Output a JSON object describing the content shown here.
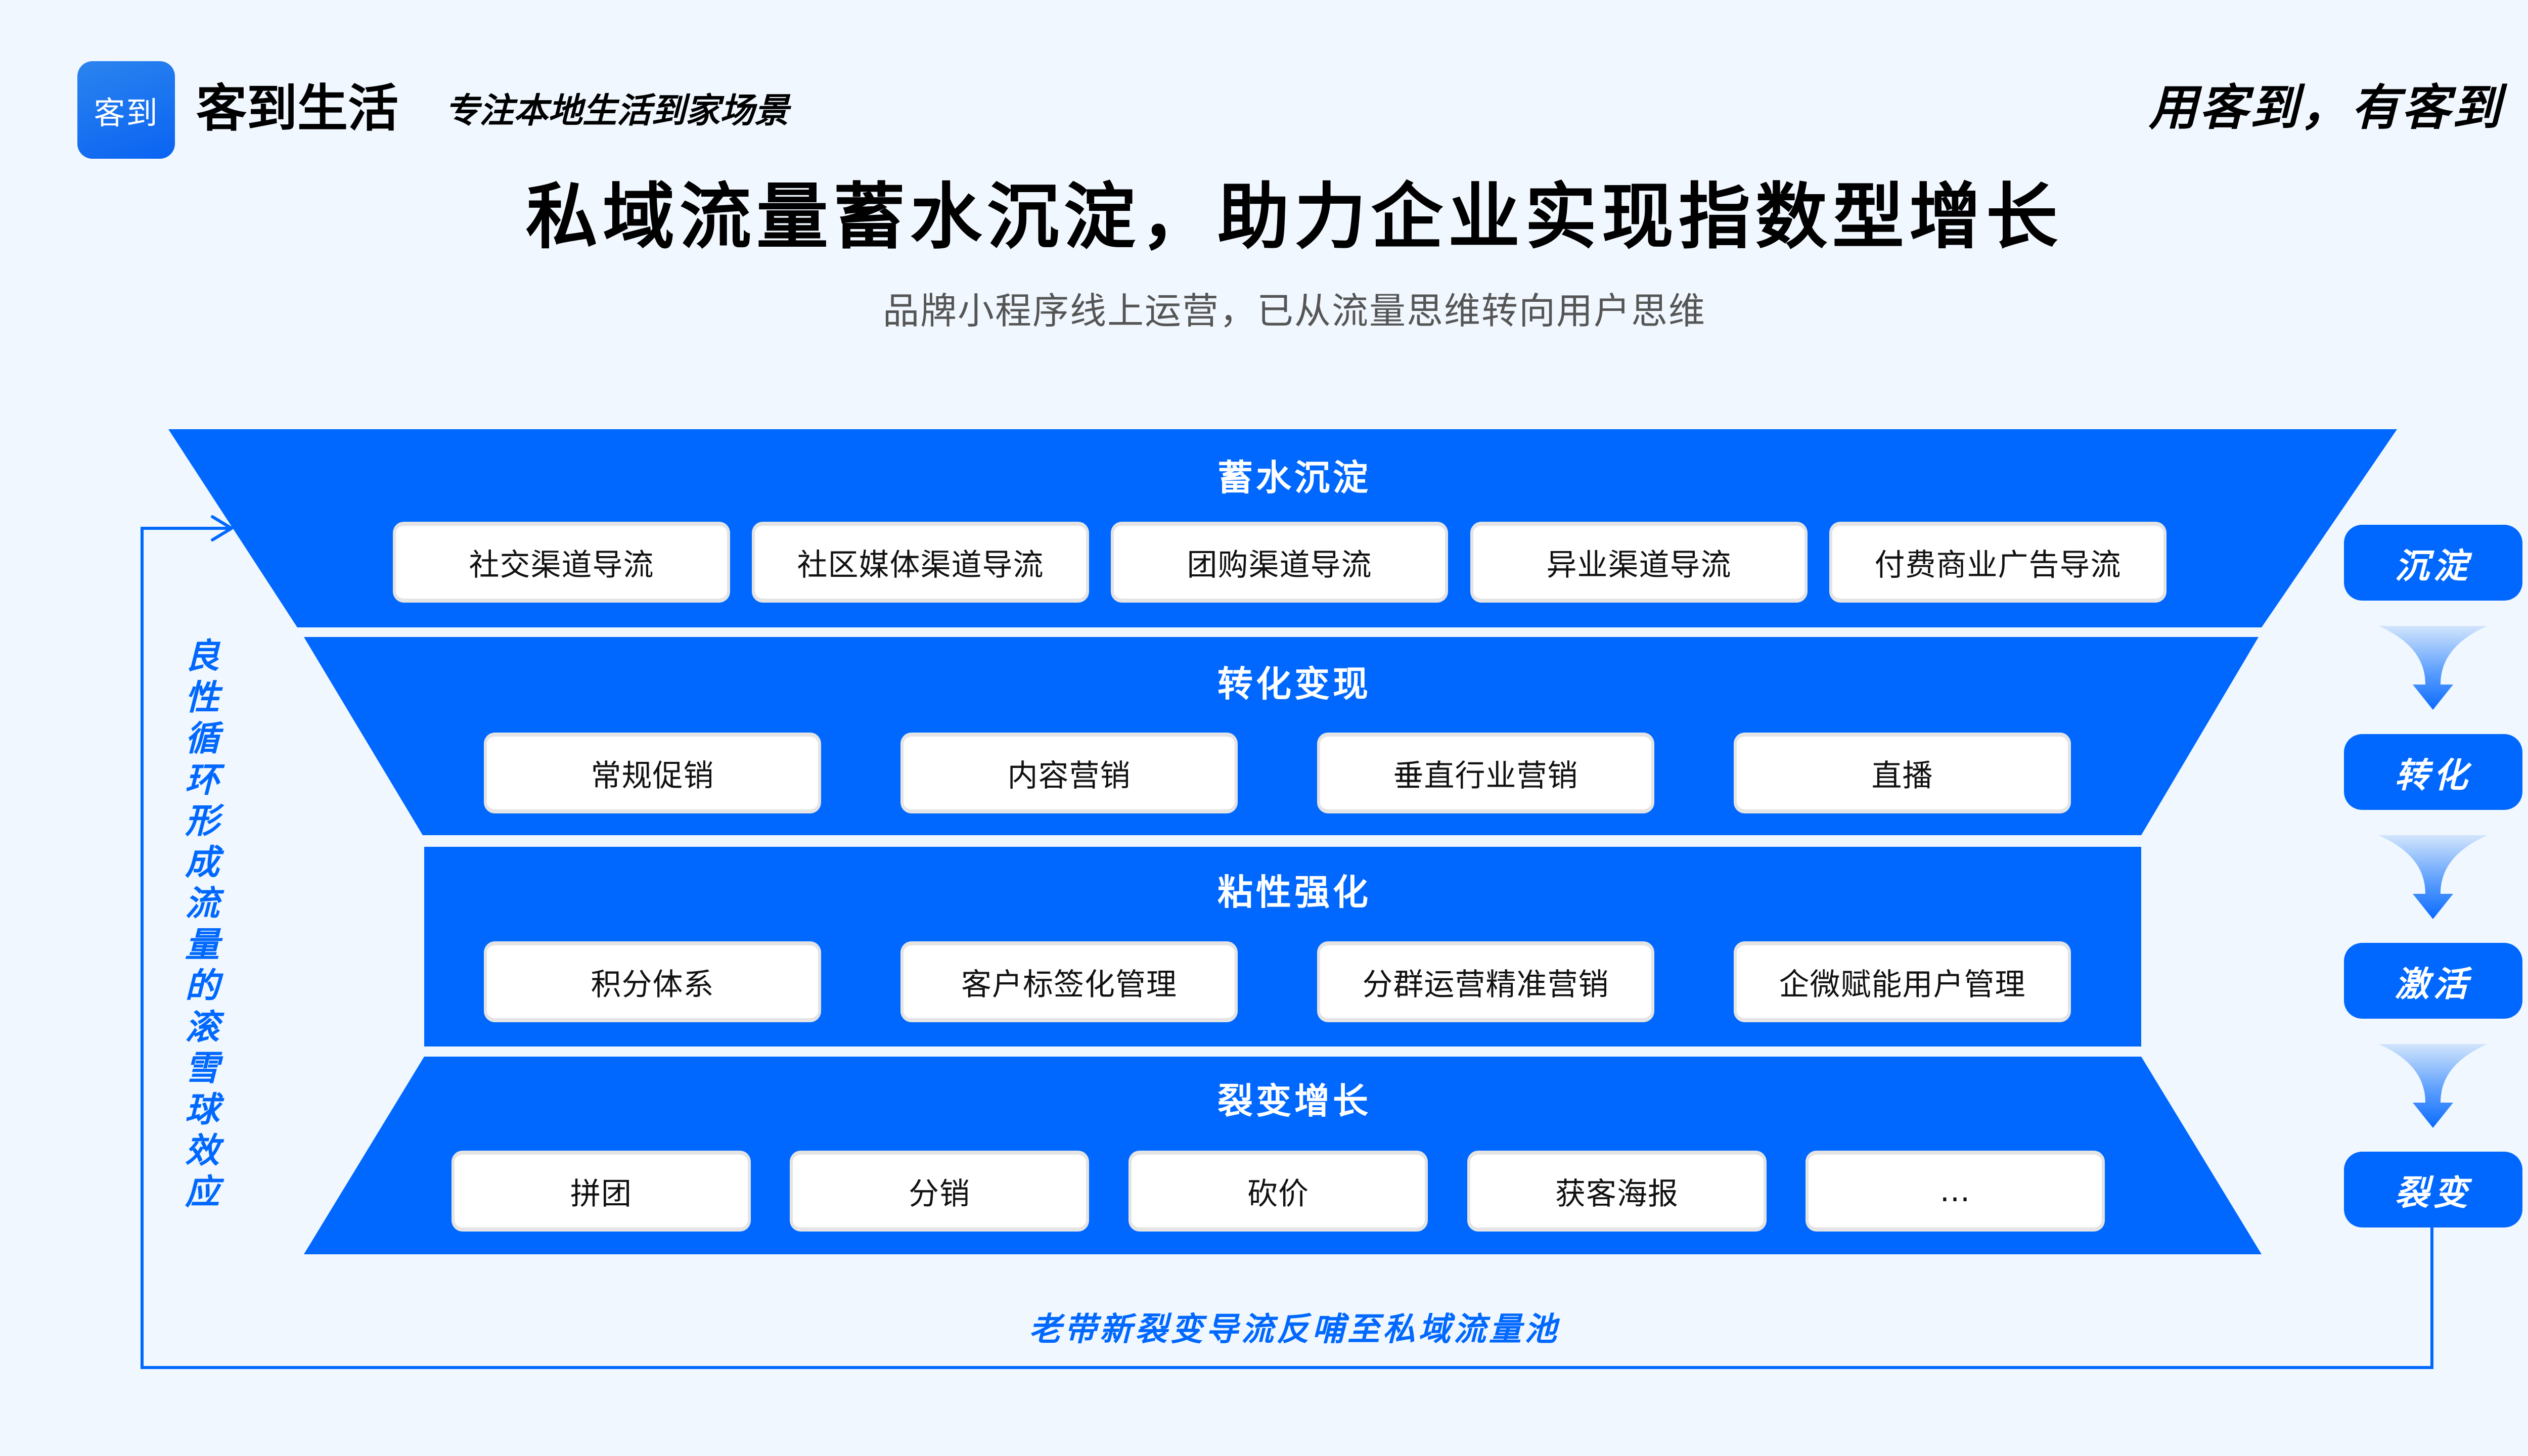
{
  "header": {
    "logo_text": "客到",
    "brand_name": "客到生活",
    "tagline": "专注本地生活到家场景",
    "slogan": "用客到，有客到"
  },
  "title": {
    "main": "私域流量蓄水沉淀，助力企业实现指数型增长",
    "subtitle": "品牌小程序线上运营，已从流量思维转向用户思维"
  },
  "colors": {
    "primary": "#0068ff",
    "background": "#f0f7fe",
    "chip_border": "#e4e4e4",
    "text_dark": "#000000",
    "subtitle_gray": "#555555"
  },
  "funnel": {
    "layers": [
      {
        "title": "蓄水沉淀",
        "items": [
          "社交渠道导流",
          "社区媒体渠道导流",
          "团购渠道导流",
          "异业渠道导流",
          "付费商业广告导流"
        ]
      },
      {
        "title": "转化变现",
        "items": [
          "常规促销",
          "内容营销",
          "垂直行业营销",
          "直播"
        ]
      },
      {
        "title": "粘性强化",
        "items": [
          "积分体系",
          "客户标签化管理",
          "分群运营精准营销",
          "企微赋能用户管理"
        ]
      },
      {
        "title": "裂变增长",
        "items": [
          "拼团",
          "分销",
          "砍价",
          "获客海报",
          "..."
        ]
      }
    ]
  },
  "flow": {
    "steps": [
      "沉淀",
      "转化",
      "激活",
      "裂变"
    ]
  },
  "loop": {
    "side_label": "良性循环形成流量的滚雪球效应",
    "side_label_chars": [
      "良",
      "性",
      "循",
      "环",
      "形",
      "成",
      "流",
      "量",
      "的",
      "滚",
      "雪",
      "球",
      "效",
      "应"
    ],
    "bottom_label": "老带新裂变导流反哺至私域流量池"
  }
}
